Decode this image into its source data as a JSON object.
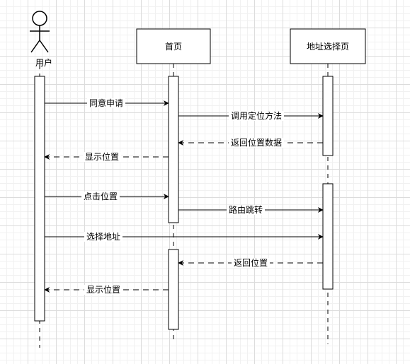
{
  "actors": [
    {
      "id": "user",
      "label": "用户",
      "kind": "stick"
    },
    {
      "id": "home",
      "label": "首页",
      "kind": "box"
    },
    {
      "id": "addr",
      "label": "地址选择页",
      "kind": "box"
    }
  ],
  "messages": [
    {
      "id": "m1",
      "from": "user",
      "to": "home",
      "label": "同意申请",
      "style": "solid"
    },
    {
      "id": "m2",
      "from": "home",
      "to": "addr",
      "label": "调用定位方法",
      "style": "solid"
    },
    {
      "id": "m3",
      "from": "addr",
      "to": "home",
      "label": "返回位置数据",
      "style": "dashed"
    },
    {
      "id": "m4",
      "from": "home",
      "to": "user",
      "label": "显示位置",
      "style": "dashed"
    },
    {
      "id": "m5",
      "from": "user",
      "to": "home",
      "label": "点击位置",
      "style": "solid"
    },
    {
      "id": "m6",
      "from": "home",
      "to": "addr",
      "label": "路由跳转",
      "style": "solid"
    },
    {
      "id": "m7",
      "from": "user",
      "to": "addr",
      "label": "选择地址",
      "style": "solid"
    },
    {
      "id": "m8",
      "from": "addr",
      "to": "home",
      "label": "返回位置",
      "style": "dashed"
    },
    {
      "id": "m9",
      "from": "home",
      "to": "user",
      "label": "显示位置",
      "style": "dashed"
    }
  ],
  "colors": {
    "line": "#000000",
    "box_fill": "#ffffff",
    "activation_fill": "#ffffff",
    "grid": "#dcdcdc"
  }
}
